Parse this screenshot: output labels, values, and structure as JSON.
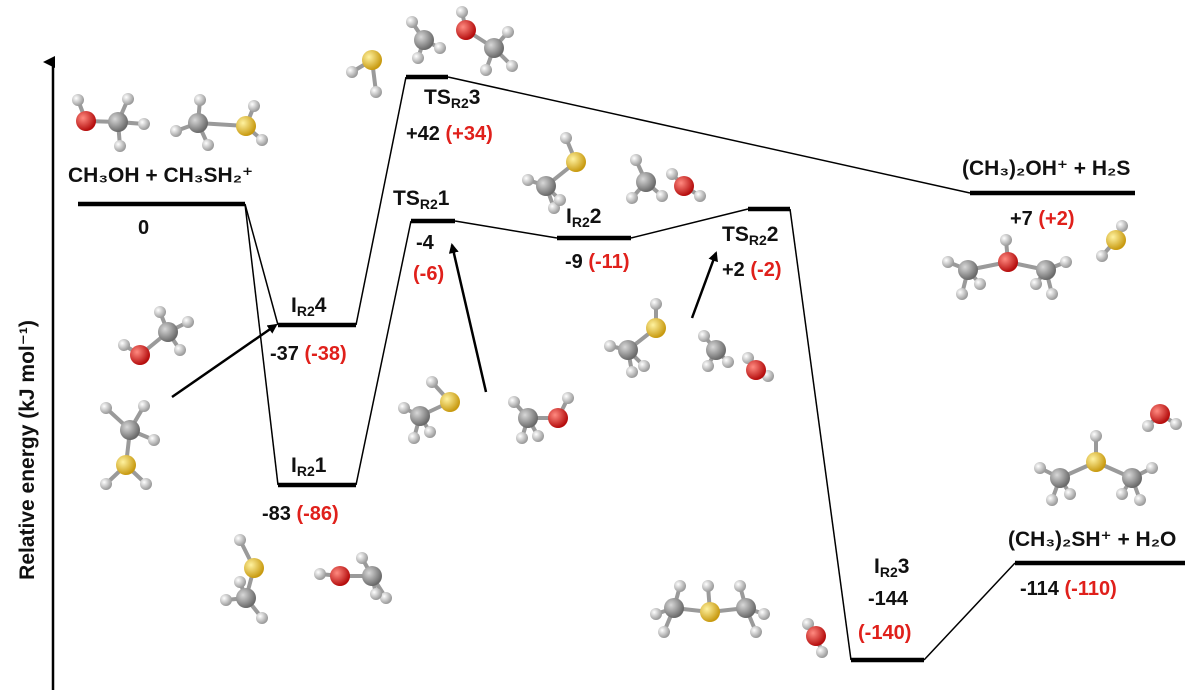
{
  "axis": {
    "y_label": "Relative energy (kJ mol⁻¹)"
  },
  "species": {
    "reactants": {
      "label": "CH₃OH + CH₃SH₂⁺",
      "energy": "0",
      "alt_energy": ""
    },
    "ir4": {
      "label_main": "I",
      "label_sub": "R2",
      "label_num": "4",
      "energy": "-37",
      "alt_energy": "(-38)"
    },
    "ir1": {
      "label_main": "I",
      "label_sub": "R2",
      "label_num": "1",
      "energy": "-83",
      "alt_energy": "(-86)"
    },
    "ts3": {
      "label_main": "TS",
      "label_sub": "R2",
      "label_num": "3",
      "energy": "+42",
      "alt_energy": "(+34)"
    },
    "ts1": {
      "label_main": "TS",
      "label_sub": "R2",
      "label_num": "1",
      "energy": "-4",
      "alt_energy": "(-6)"
    },
    "ir2": {
      "label_main": "I",
      "label_sub": "R2",
      "label_num": "2",
      "energy": "-9",
      "alt_energy": "(-11)"
    },
    "ts2": {
      "label_main": "TS",
      "label_sub": "R2",
      "label_num": "2",
      "energy": "+2",
      "alt_energy": "(-2)"
    },
    "ir3": {
      "label_main": "I",
      "label_sub": "R2",
      "label_num": "3",
      "energy": "-144",
      "alt_energy": "(-140)"
    },
    "prod_o": {
      "label": "(CH₃)₂OH⁺ + H₂S",
      "energy": "+7",
      "alt_energy": "(+2)"
    },
    "prod_s": {
      "label": "(CH₃)₂SH⁺ + H₂O",
      "energy": "-114",
      "alt_energy": "(-110)"
    }
  },
  "colors": {
    "carbon": "#8c8c8c",
    "hydrogen": "#e6e6e6",
    "oxygen": "#e3191c",
    "sulfur": "#e8c020",
    "alt_energy": "#e0201b",
    "line": "#000000"
  }
}
